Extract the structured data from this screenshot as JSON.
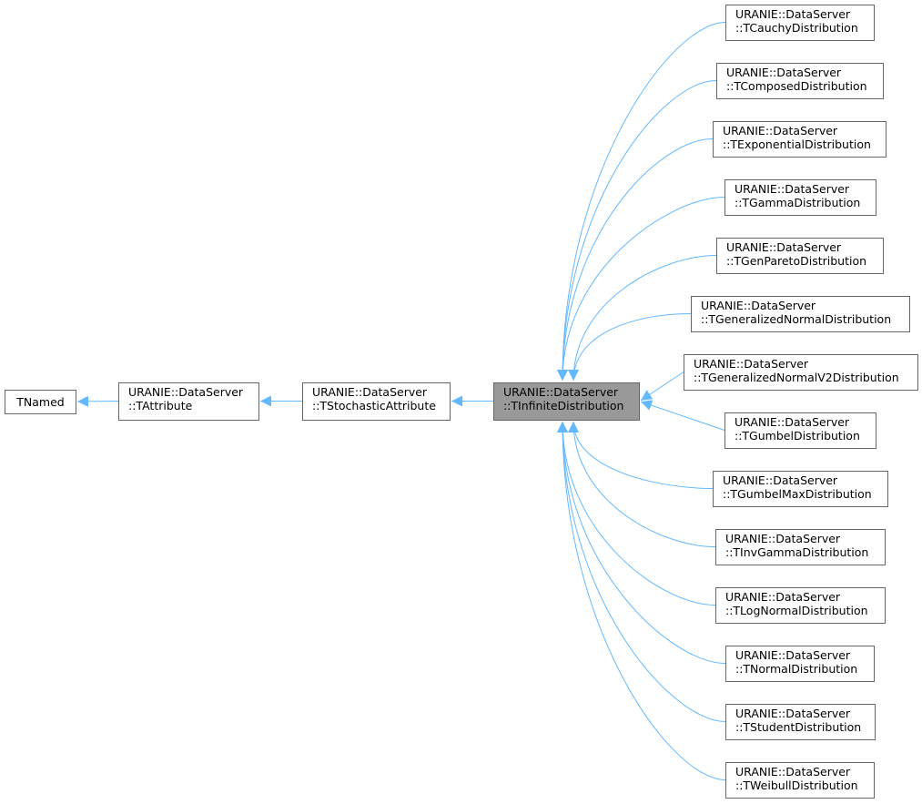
{
  "nodes": [
    {
      "id": "tnamed",
      "lines": [
        "TNamed"
      ]
    },
    {
      "id": "tattribute",
      "lines": [
        "URANIE::DataServer",
        "::TAttribute"
      ]
    },
    {
      "id": "tstochastic",
      "lines": [
        "URANIE::DataServer",
        "::TStochasticAttribute"
      ]
    },
    {
      "id": "tinfinite",
      "lines": [
        "URANIE::DataServer",
        "::TInfiniteDistribution"
      ],
      "highlighted": true
    },
    {
      "id": "tcauchy",
      "lines": [
        "URANIE::DataServer",
        "::TCauchyDistribution"
      ]
    },
    {
      "id": "tcomposed",
      "lines": [
        "URANIE::DataServer",
        "::TComposedDistribution"
      ]
    },
    {
      "id": "texponential",
      "lines": [
        "URANIE::DataServer",
        "::TExponentialDistribution"
      ]
    },
    {
      "id": "tgamma",
      "lines": [
        "URANIE::DataServer",
        "::TGammaDistribution"
      ]
    },
    {
      "id": "tgenpareto",
      "lines": [
        "URANIE::DataServer",
        "::TGenParetoDistribution"
      ]
    },
    {
      "id": "tgennormal",
      "lines": [
        "URANIE::DataServer",
        "::TGeneralizedNormalDistribution"
      ]
    },
    {
      "id": "tgennormalv2",
      "lines": [
        "URANIE::DataServer",
        "::TGeneralizedNormalV2Distribution"
      ]
    },
    {
      "id": "tgumbel",
      "lines": [
        "URANIE::DataServer",
        "::TGumbelDistribution"
      ]
    },
    {
      "id": "tgumbelmax",
      "lines": [
        "URANIE::DataServer",
        "::TGumbelMaxDistribution"
      ]
    },
    {
      "id": "tinvgamma",
      "lines": [
        "URANIE::DataServer",
        "::TInvGammaDistribution"
      ]
    },
    {
      "id": "tlognormal",
      "lines": [
        "URANIE::DataServer",
        "::TLogNormalDistribution"
      ]
    },
    {
      "id": "tnormal",
      "lines": [
        "URANIE::DataServer",
        "::TNormalDistribution"
      ]
    },
    {
      "id": "tstudent",
      "lines": [
        "URANIE::DataServer",
        "::TStudentDistribution"
      ]
    },
    {
      "id": "tweibull",
      "lines": [
        "URANIE::DataServer",
        "::TWeibullDistribution"
      ]
    }
  ],
  "edges": [
    {
      "from": "tattribute",
      "to": "tnamed"
    },
    {
      "from": "tstochastic",
      "to": "tattribute"
    },
    {
      "from": "tinfinite",
      "to": "tstochastic"
    },
    {
      "from": "tcauchy",
      "to": "tinfinite"
    },
    {
      "from": "tcomposed",
      "to": "tinfinite"
    },
    {
      "from": "texponential",
      "to": "tinfinite"
    },
    {
      "from": "tgamma",
      "to": "tinfinite"
    },
    {
      "from": "tgenpareto",
      "to": "tinfinite"
    },
    {
      "from": "tgennormal",
      "to": "tinfinite"
    },
    {
      "from": "tgennormalv2",
      "to": "tinfinite"
    },
    {
      "from": "tgumbel",
      "to": "tinfinite"
    },
    {
      "from": "tgumbelmax",
      "to": "tinfinite"
    },
    {
      "from": "tinvgamma",
      "to": "tinfinite"
    },
    {
      "from": "tlognormal",
      "to": "tinfinite"
    },
    {
      "from": "tnormal",
      "to": "tinfinite"
    },
    {
      "from": "tstudent",
      "to": "tinfinite"
    },
    {
      "from": "tweibull",
      "to": "tinfinite"
    }
  ],
  "colors": {
    "edge": "#63b8ff",
    "node_border": "#666666",
    "node_fill": "#ffffff",
    "highlight_fill": "#999999",
    "highlight_border": "#666666",
    "text": "#000000"
  }
}
